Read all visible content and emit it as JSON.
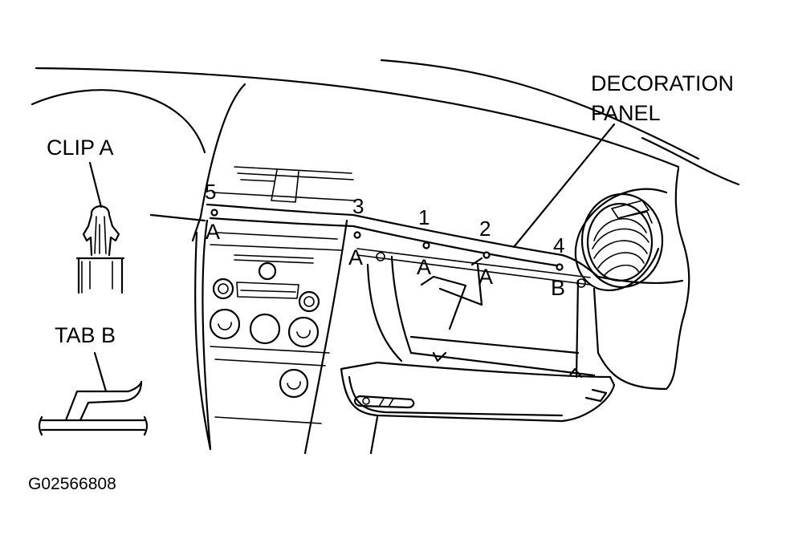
{
  "labels": {
    "decoration_panel_line1": "DECORATION",
    "decoration_panel_line2": "PANEL",
    "clip_a": "CLIP A",
    "tab_b": "TAB B",
    "figure_code": "G02566808"
  },
  "fasteners": [
    {
      "number": "5",
      "type": "A"
    },
    {
      "number": "3",
      "type": "A"
    },
    {
      "number": "1",
      "type": "A"
    },
    {
      "number": "2",
      "type": "A"
    },
    {
      "number": "4",
      "type": "B"
    }
  ],
  "colors": {
    "line": "#000000",
    "background": "#ffffff"
  }
}
